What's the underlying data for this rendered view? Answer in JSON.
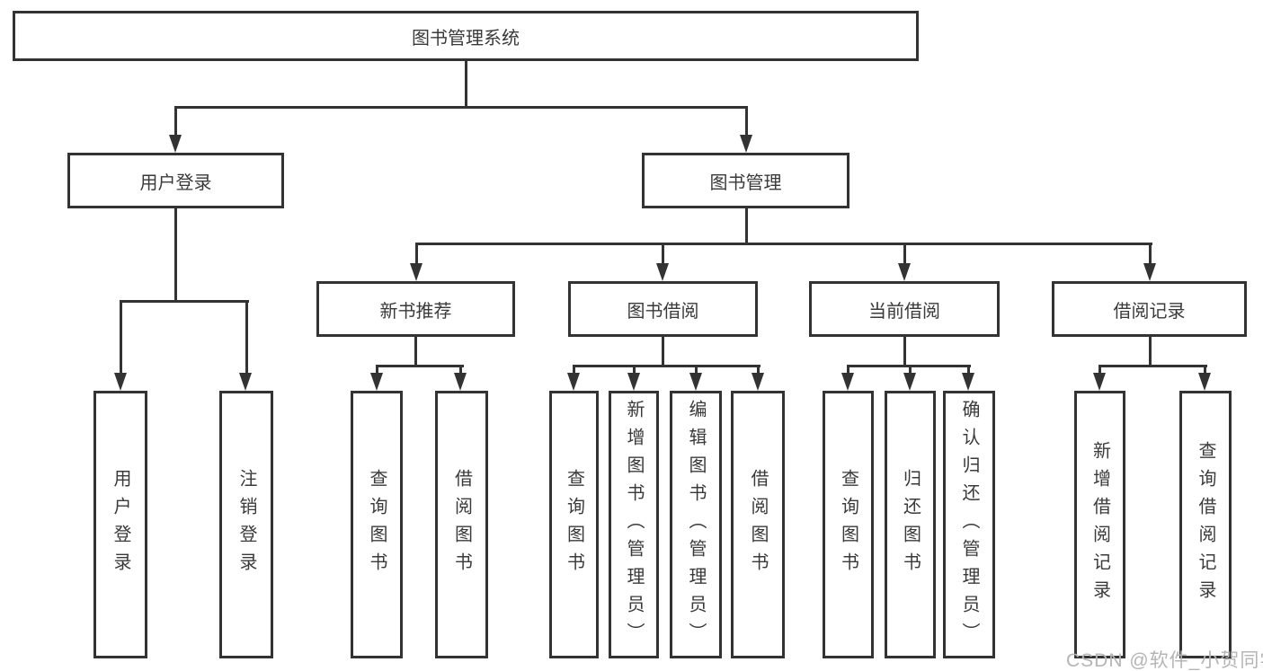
{
  "diagram": {
    "title": "图书管理系统",
    "root": {
      "label": "图书管理系统"
    },
    "branches": [
      {
        "label": "用户登录",
        "children": [
          "用户登录",
          "注销登录"
        ]
      },
      {
        "label": "图书管理",
        "children": [
          {
            "label": "新书推荐",
            "children": [
              "查询图书",
              "借阅图书"
            ]
          },
          {
            "label": "图书借阅",
            "children": [
              "查询图书",
              "新增图书（管理员）",
              "编辑图书（管理员）",
              "借阅图书"
            ]
          },
          {
            "label": "当前借阅",
            "children": [
              "查询图书",
              "归还图书",
              "确认归还（管理员）"
            ]
          },
          {
            "label": "借阅记录",
            "children": [
              "新增借阅记录",
              "查询借阅记录"
            ]
          }
        ]
      }
    ]
  },
  "watermark": "CSDN @软件_小贺同学",
  "colors": {
    "line": "#333333",
    "text": "#3a3a3a",
    "watermark": "#b5b5b5",
    "background": "#ffffff"
  }
}
